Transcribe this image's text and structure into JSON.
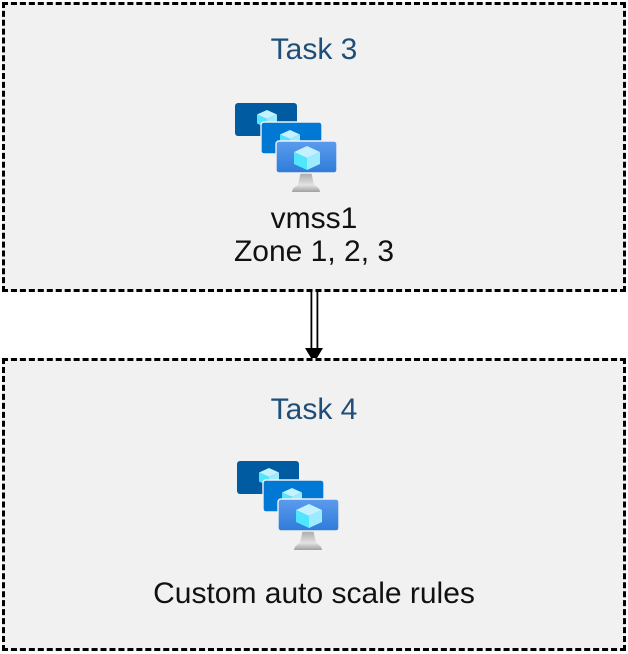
{
  "diagram": {
    "boxes": [
      {
        "title": "Task 3",
        "icon": "vmss-icon",
        "lines": [
          "vmss1",
          "Zone 1, 2, 3"
        ]
      },
      {
        "title": "Task 4",
        "icon": "vmss-icon",
        "lines": [
          "Custom auto scale rules"
        ]
      }
    ],
    "connector": {
      "type": "double-line-arrow",
      "direction": "down",
      "from": "Task 3",
      "to": "Task 4"
    }
  },
  "colors": {
    "page_bg": "#ffffff",
    "box_fill": "#f1f1f1",
    "box_border": "#000000",
    "title_text": "#1f4e79",
    "body_text": "#111111",
    "arrow_color": "#000000",
    "monitor_back": "#005ba1",
    "monitor_middle": "#0078d4",
    "monitor_front_top": "#5c9cee",
    "monitor_front_bottom": "#2e7cd9",
    "cube_top": "#c3f1ff",
    "cube_left": "#50e6ff",
    "cube_right": "#9cebff",
    "stand_dark": "#a0a0a0",
    "stand_light": "#e2e2e2"
  }
}
